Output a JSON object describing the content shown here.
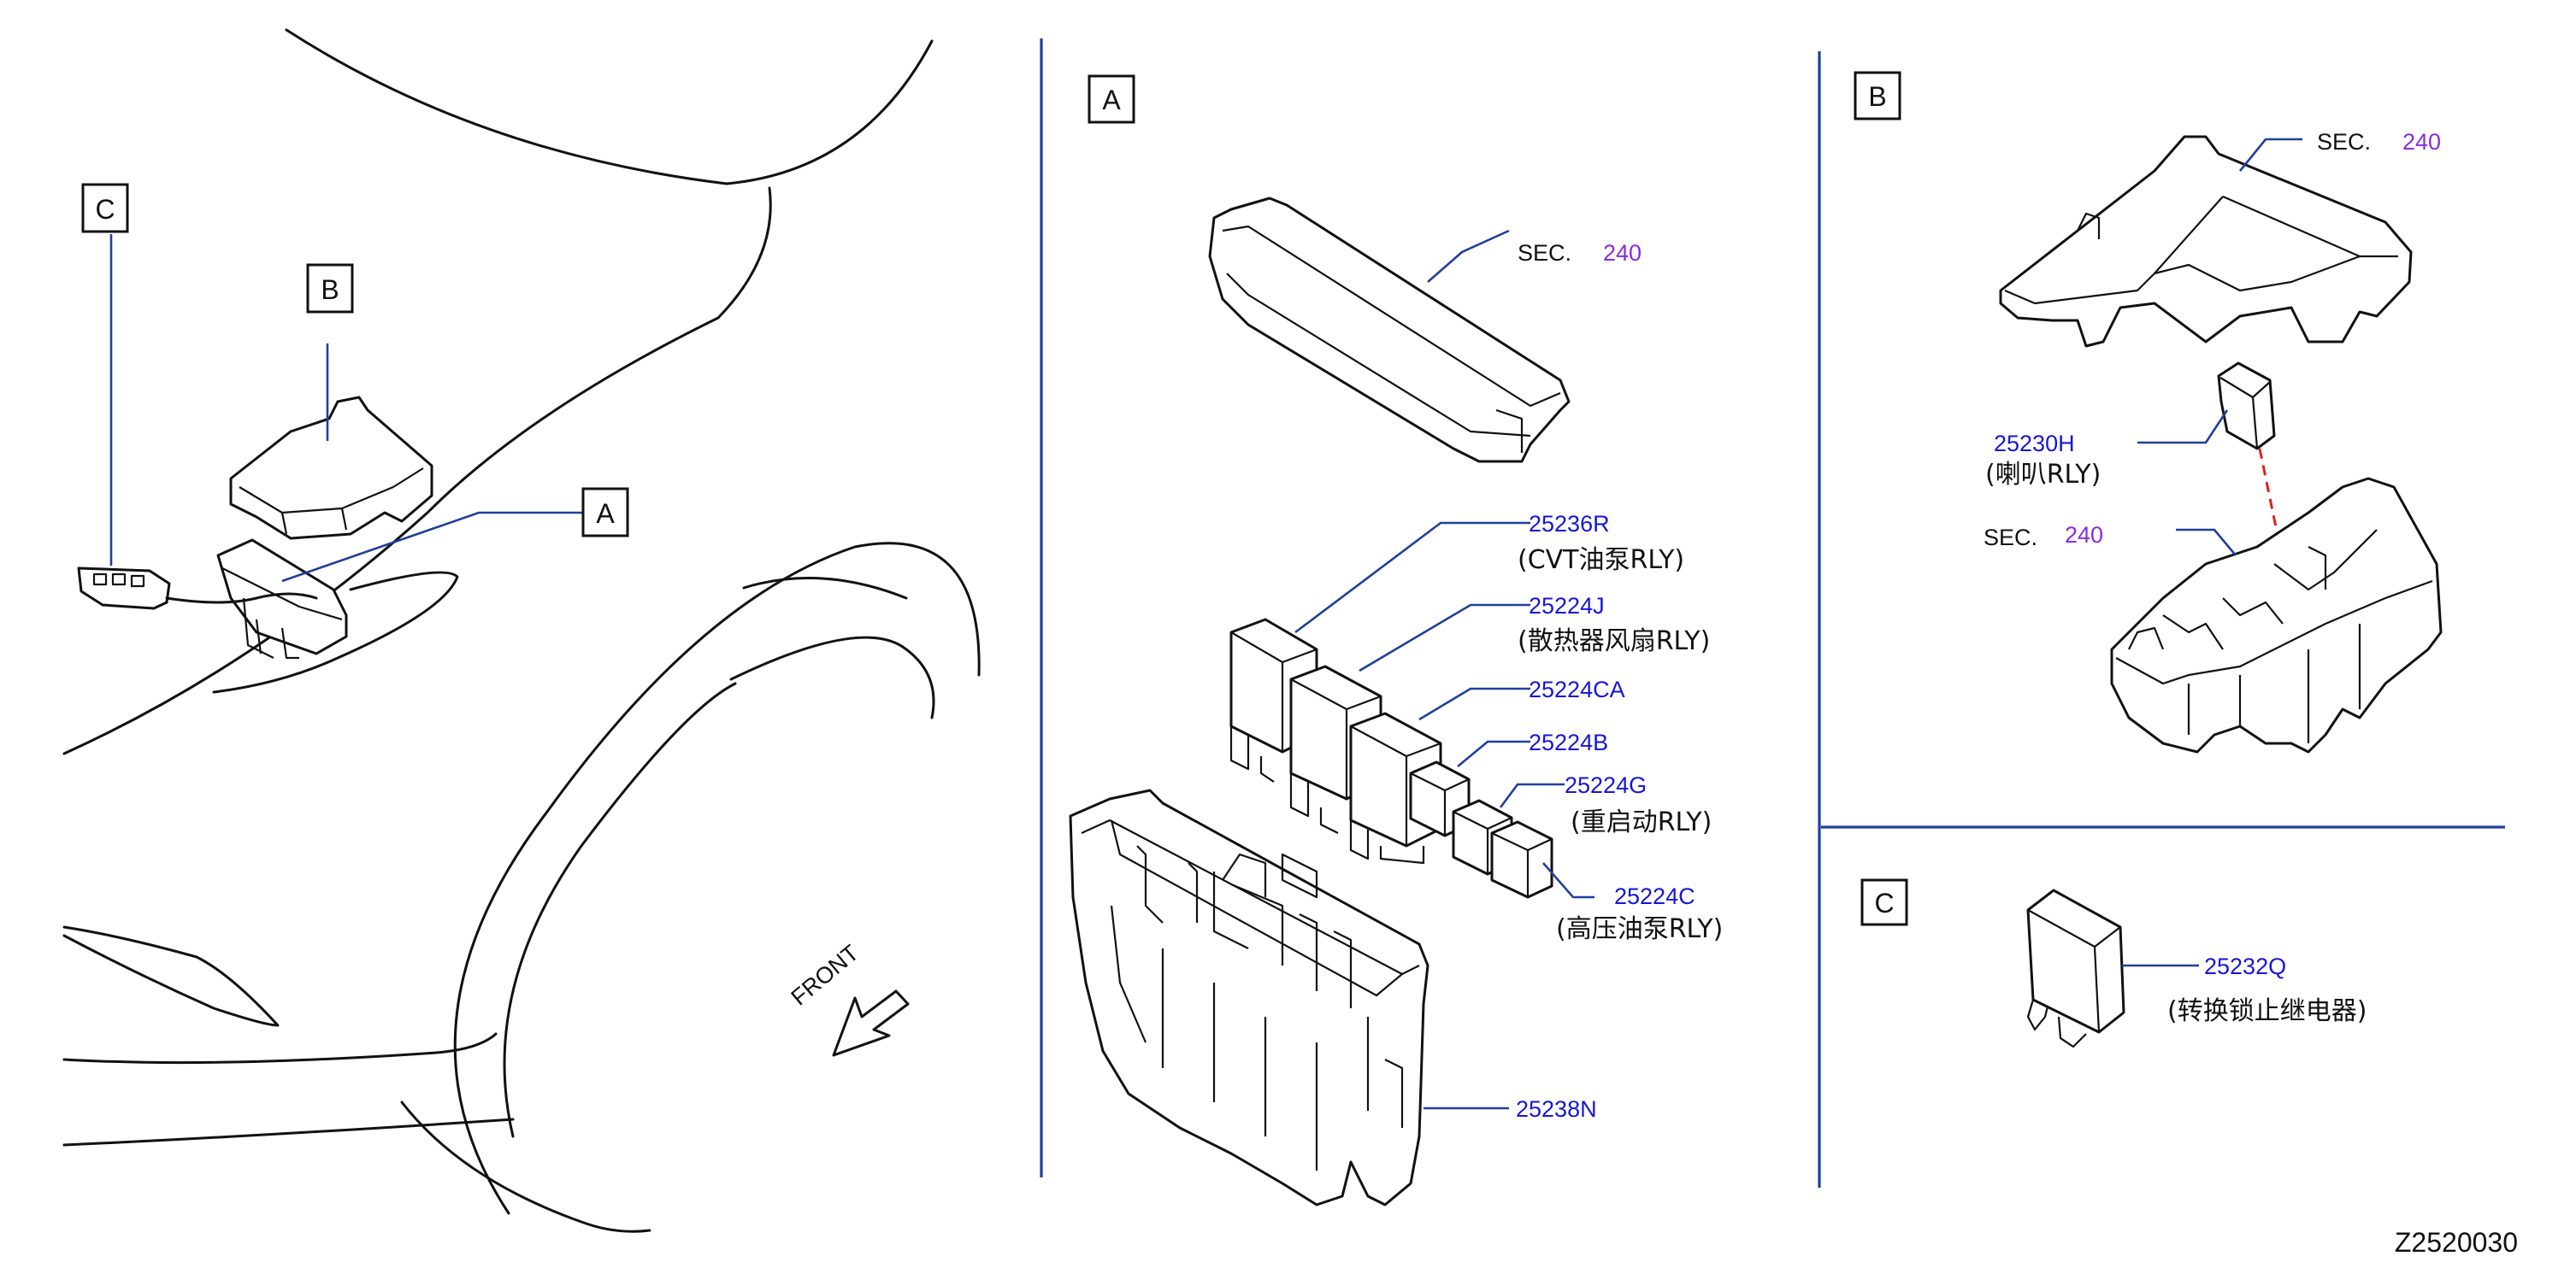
{
  "labels": {
    "a": "A",
    "b": "B",
    "c": "C"
  },
  "front_text": "FRONT",
  "figure_id": "Z2520030",
  "panel_a": {
    "cover": {
      "sec": "SEC.",
      "sec_num": "240"
    },
    "relay_1": {
      "part": "25236R",
      "desc": "(CVT油泵RLY)"
    },
    "relay_2": {
      "part": "25224J",
      "desc": "(散热器风扇RLY)"
    },
    "relay_3": {
      "part": "25224CA"
    },
    "relay_4": {
      "part": "25224B"
    },
    "relay_5": {
      "part": "25224G",
      "desc": "(重启动RLY)"
    },
    "relay_6": {
      "part": "25224C",
      "desc": "(高压油泵RLY)"
    },
    "block": {
      "part": "25238N"
    }
  },
  "panel_b": {
    "cover": {
      "sec": "SEC.",
      "sec_num": "240"
    },
    "horn_relay": {
      "part": "25230H",
      "desc": "(喇叭RLY)"
    },
    "block": {
      "sec": "SEC.",
      "sec_num": "240"
    }
  },
  "panel_c": {
    "relay": {
      "part": "25232Q",
      "desc": "(转换锁止继电器)"
    }
  },
  "colors": {
    "leader": "#1f3f9a",
    "part_number": "#1616d8",
    "section_number": "#8a2be2",
    "connection": "#e02020"
  }
}
